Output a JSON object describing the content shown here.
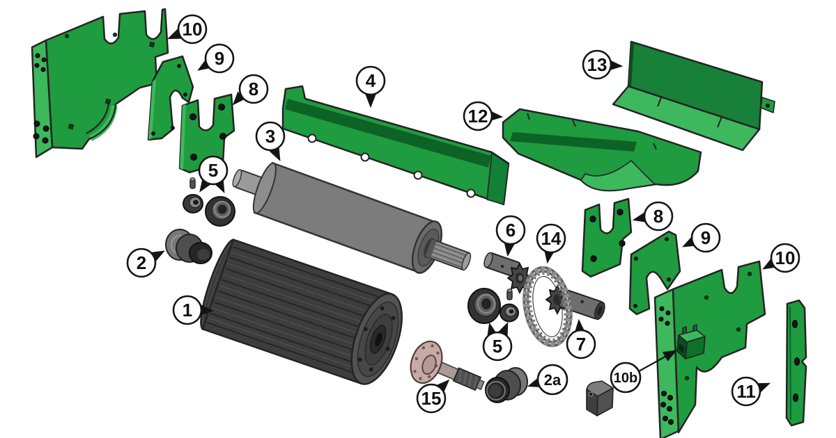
{
  "diagram": {
    "type": "exploded-parts-diagram",
    "description": "Exploded view of a roller drum assembly with green mounting plates, bearings, shafts, sprockets and roller chain",
    "background": "#ffffff",
    "colors": {
      "machine_green": "#1f9b40",
      "machine_green_light": "#3db85d",
      "machine_green_dark": "#0d6226",
      "roller_gray": "#7c7c7c",
      "drum_charcoal": "#3d3d3d",
      "spindle_pink": "#c7aaa4",
      "outline": "#232323",
      "callout_circle_fill": "#ffffff",
      "callout_stroke": "#141414",
      "callout_text": "#101010"
    },
    "callouts": [
      {
        "id": "10-left",
        "label": "10",
        "points_to": "side-sheet-left"
      },
      {
        "id": "9-left",
        "label": "9",
        "points_to": "notched-plate-left"
      },
      {
        "id": "8-left",
        "label": "8",
        "points_to": "fork-bracket-left"
      },
      {
        "id": "5-left",
        "label": "5",
        "points_to": "bearing-and-lock-collar-left"
      },
      {
        "id": "3",
        "label": "3",
        "points_to": "smooth-roller"
      },
      {
        "id": "2",
        "label": "2",
        "points_to": "bearing-hub-left"
      },
      {
        "id": "1",
        "label": "1",
        "points_to": "drum-roller"
      },
      {
        "id": "4",
        "label": "4",
        "points_to": "front-panel"
      },
      {
        "id": "12",
        "label": "12",
        "points_to": "trough-panel"
      },
      {
        "id": "13",
        "label": "13",
        "points_to": "rear-panel"
      },
      {
        "id": "6",
        "label": "6",
        "points_to": "stub-shaft-sprocket"
      },
      {
        "id": "14",
        "label": "14",
        "points_to": "roller-chain"
      },
      {
        "id": "5-right",
        "label": "5",
        "points_to": "bearing-and-lock-collar-right"
      },
      {
        "id": "7",
        "label": "7",
        "points_to": "drive-shaft-sprocket"
      },
      {
        "id": "8-right",
        "label": "8",
        "points_to": "fork-bracket-right"
      },
      {
        "id": "9-right",
        "label": "9",
        "points_to": "notched-plate-right"
      },
      {
        "id": "10-right",
        "label": "10",
        "points_to": "side-sheet-right"
      },
      {
        "id": "10b",
        "label": "10b",
        "points_to": "latch-box"
      },
      {
        "id": "11",
        "label": "11",
        "points_to": "strap-plate"
      },
      {
        "id": "2a",
        "label": "2a",
        "points_to": "bearing-hub-right"
      },
      {
        "id": "15",
        "label": "15",
        "points_to": "spindle-shaft"
      }
    ]
  }
}
